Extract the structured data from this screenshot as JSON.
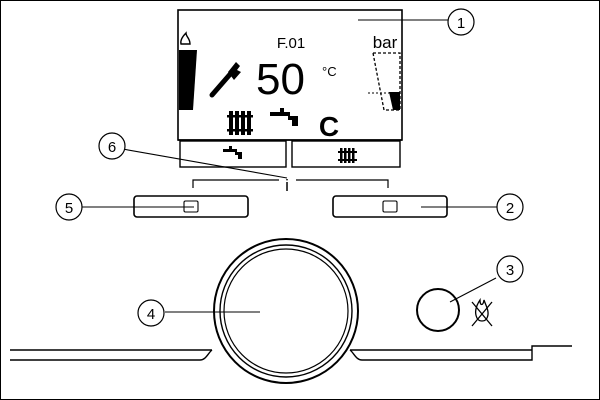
{
  "display": {
    "fault_code": "F.01",
    "temperature_value": "50",
    "temperature_unit": "°C",
    "pressure_unit": "bar",
    "status_letter": "C",
    "icons": {
      "flame_left": "flame-gauge-icon",
      "wrench": "wrench-icon",
      "radiator": "radiator-icon",
      "tap": "tap-icon",
      "pressure_gauge": "pressure-gauge-icon"
    }
  },
  "softkeys": {
    "left_icon": "tap-icon",
    "right_icon": "radiator-icon"
  },
  "info_label": "i",
  "callouts": [
    "1",
    "2",
    "3",
    "4",
    "5",
    "6"
  ],
  "reset_icon": "flame-reset-icon"
}
